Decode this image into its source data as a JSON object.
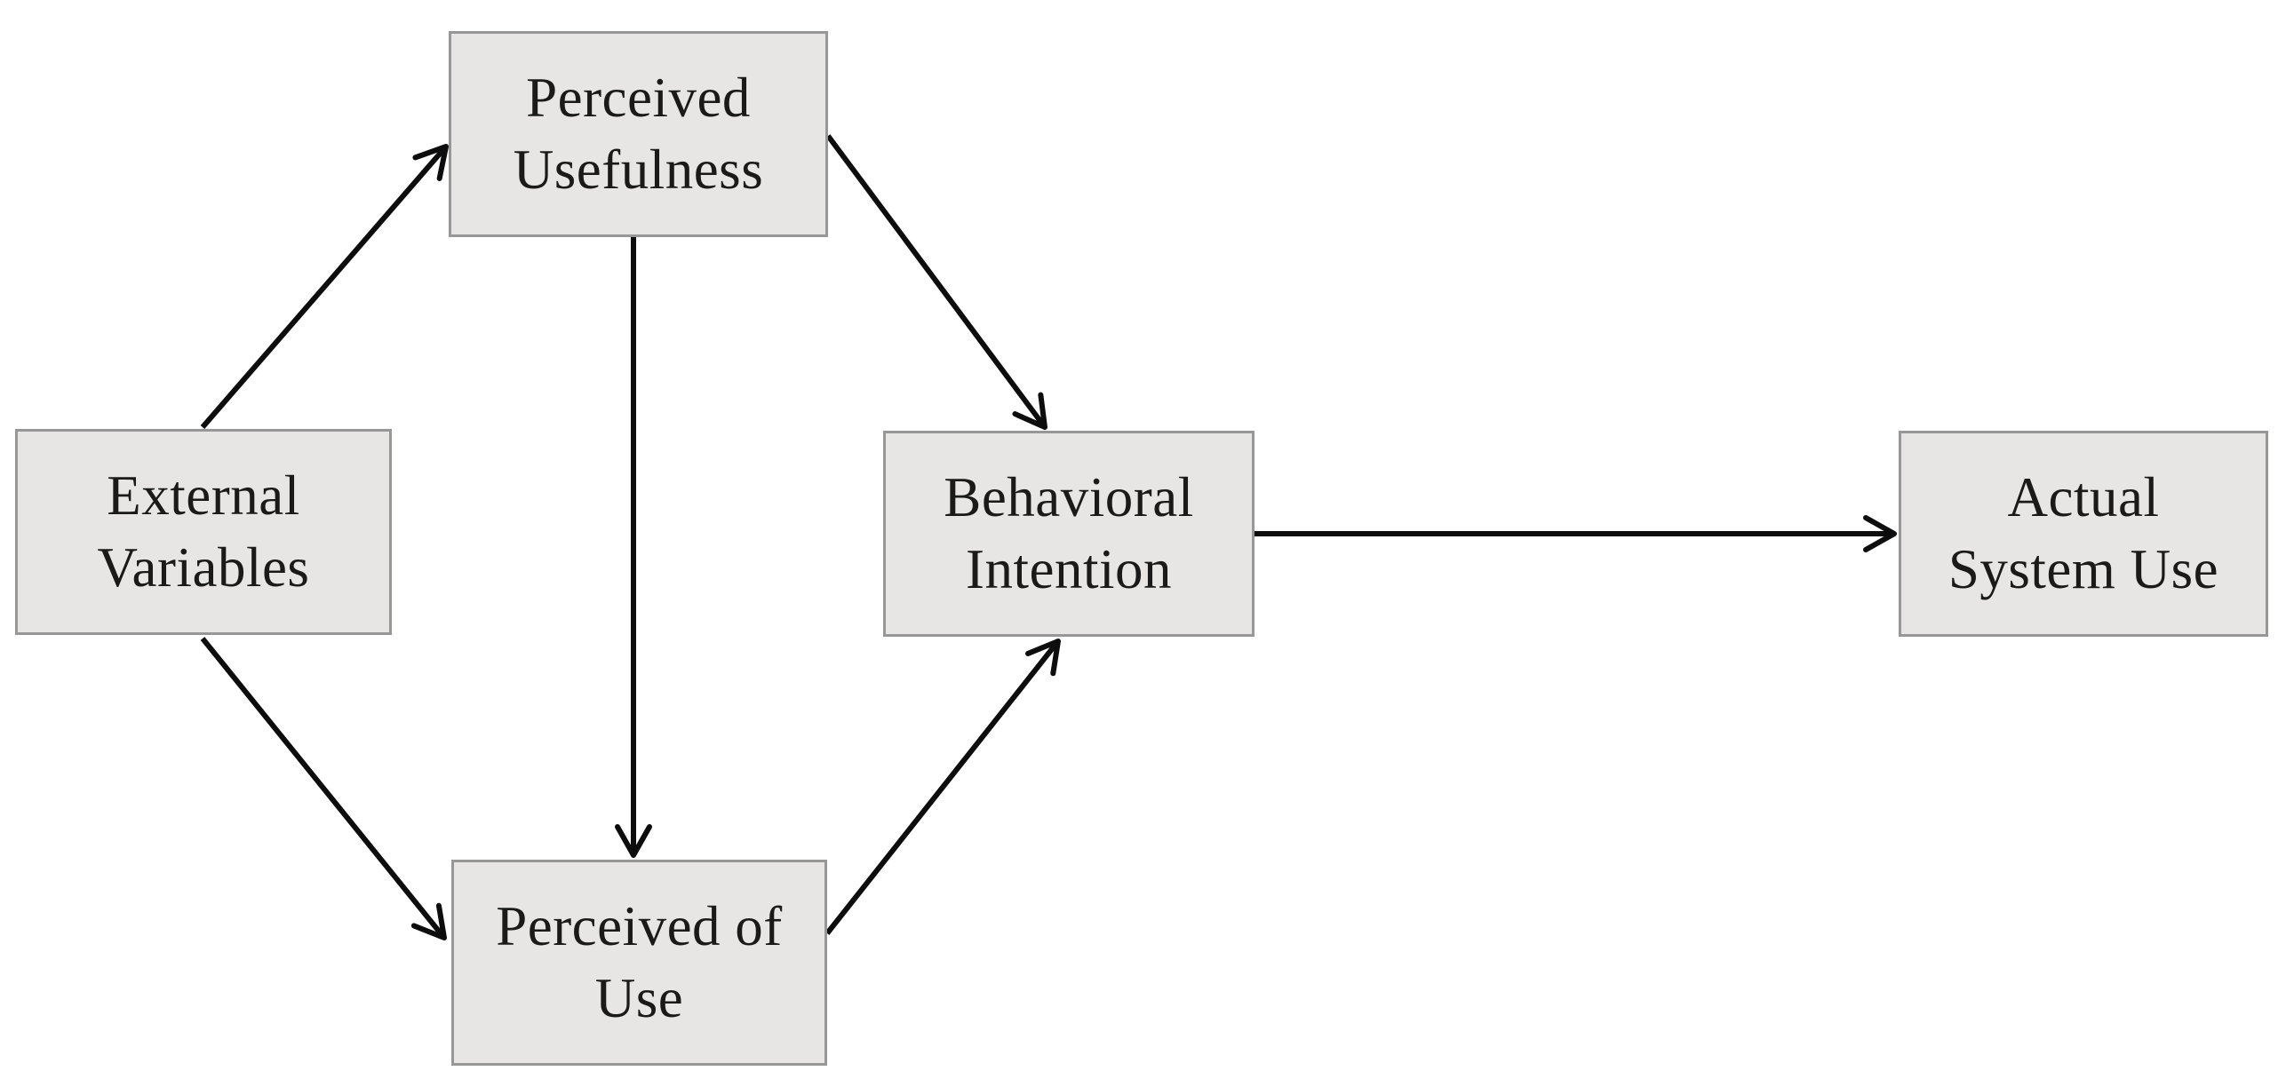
{
  "diagram": {
    "type": "flowchart",
    "nodes": [
      {
        "id": "external-variables",
        "label": "External\nVariables"
      },
      {
        "id": "perceived-usefulness",
        "label": "Perceived\nUsefulness"
      },
      {
        "id": "perceived-of-use",
        "label": "Perceived of\nUse"
      },
      {
        "id": "behavioral-intention",
        "label": "Behavioral\nIntention"
      },
      {
        "id": "actual-system-use",
        "label": "Actual\nSystem Use"
      }
    ],
    "edges": [
      {
        "from": "external-variables",
        "to": "perceived-usefulness"
      },
      {
        "from": "external-variables",
        "to": "perceived-of-use"
      },
      {
        "from": "perceived-usefulness",
        "to": "behavioral-intention"
      },
      {
        "from": "perceived-usefulness",
        "to": "perceived-of-use"
      },
      {
        "from": "perceived-of-use",
        "to": "behavioral-intention"
      },
      {
        "from": "behavioral-intention",
        "to": "actual-system-use"
      }
    ],
    "colors": {
      "background": "#ffffff",
      "box_fill": "#e7e6e4",
      "box_border": "#979797",
      "arrow": "#0d0d0d",
      "text": "#1a1a1a"
    }
  }
}
